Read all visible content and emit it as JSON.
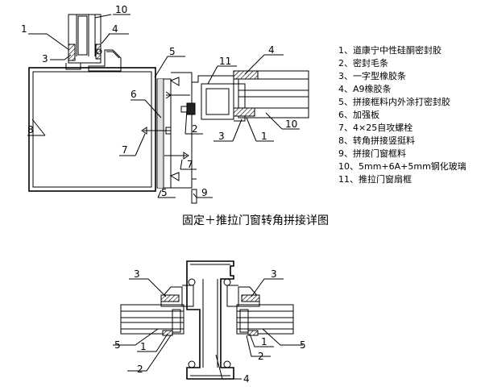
{
  "legend": [
    "1、道康宁中性硅酮密封胶",
    "2、密封毛条",
    "3、一字型橡胶条",
    "4、A9橡胶条",
    "5、拼接框料内外涂打密封胶",
    "6、加强板",
    "7、4×25自攻螺栓",
    "8、转角拼接竖挺料",
    "9、拼接门窗框料",
    "10、5mm+6A+5mm钢化玻璃",
    "11、推拉门窗扇框"
  ],
  "caption": "固定＋推拉门窗转角拼接详图",
  "top_callouts": {
    "c1": "1",
    "c3": "3",
    "c10": "10",
    "c4a": "4",
    "c5a": "5",
    "c11": "11",
    "c4b": "4",
    "c6": "6",
    "c8": "8",
    "c2": "2",
    "c3b": "3",
    "c1b": "1",
    "c10b": "10",
    "c7a": "7",
    "c7b": "7",
    "c5b": "5",
    "c9": "9"
  },
  "bottom_callouts": {
    "l3": "3",
    "l5": "5",
    "l1": "1",
    "l2": "2",
    "r3": "3",
    "r1": "1",
    "r2": "2",
    "r5": "5",
    "b4": "4"
  }
}
